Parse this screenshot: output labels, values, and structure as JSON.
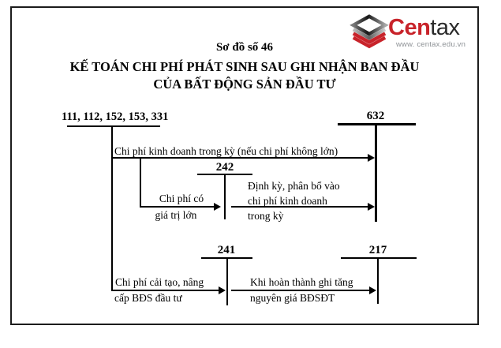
{
  "header": {
    "scheme_no": "Sơ đồ số 46",
    "title_line1": "KẾ TOÁN CHI PHÍ PHÁT SINH SAU GHI NHẬN BAN ĐẦU",
    "title_line2": "CỦA BẤT ĐỘNG SẢN ĐẦU TƯ"
  },
  "logo": {
    "brand_part1": "Cen",
    "brand_part2": "tax",
    "website": "www. centax.edu.vn",
    "colors": {
      "red": "#c8232a",
      "dark": "#2a2a2a",
      "gray": "#8e9296"
    }
  },
  "accounts": {
    "source_group": "111, 112, 152, 153, 331",
    "acc_632": "632",
    "acc_242": "242",
    "acc_241": "241",
    "acc_217": "217"
  },
  "flows": {
    "f1": "Chi phí kinh doanh trong kỳ (nếu chi phí không lớn)",
    "f2_line1": "Chi phí có",
    "f2_line2": "giá trị lớn",
    "f3_line1": "Định kỳ, phân bổ vào",
    "f3_line2": "chi phí kinh doanh",
    "f3_line3": "trong kỳ",
    "f4_line1": "Chi phí cải tạo, nâng",
    "f4_line2": "cấp BĐS đầu tư",
    "f5_line1": "Khi hoàn thành ghi tăng",
    "f5_line2": "nguyên giá BĐSĐT"
  }
}
